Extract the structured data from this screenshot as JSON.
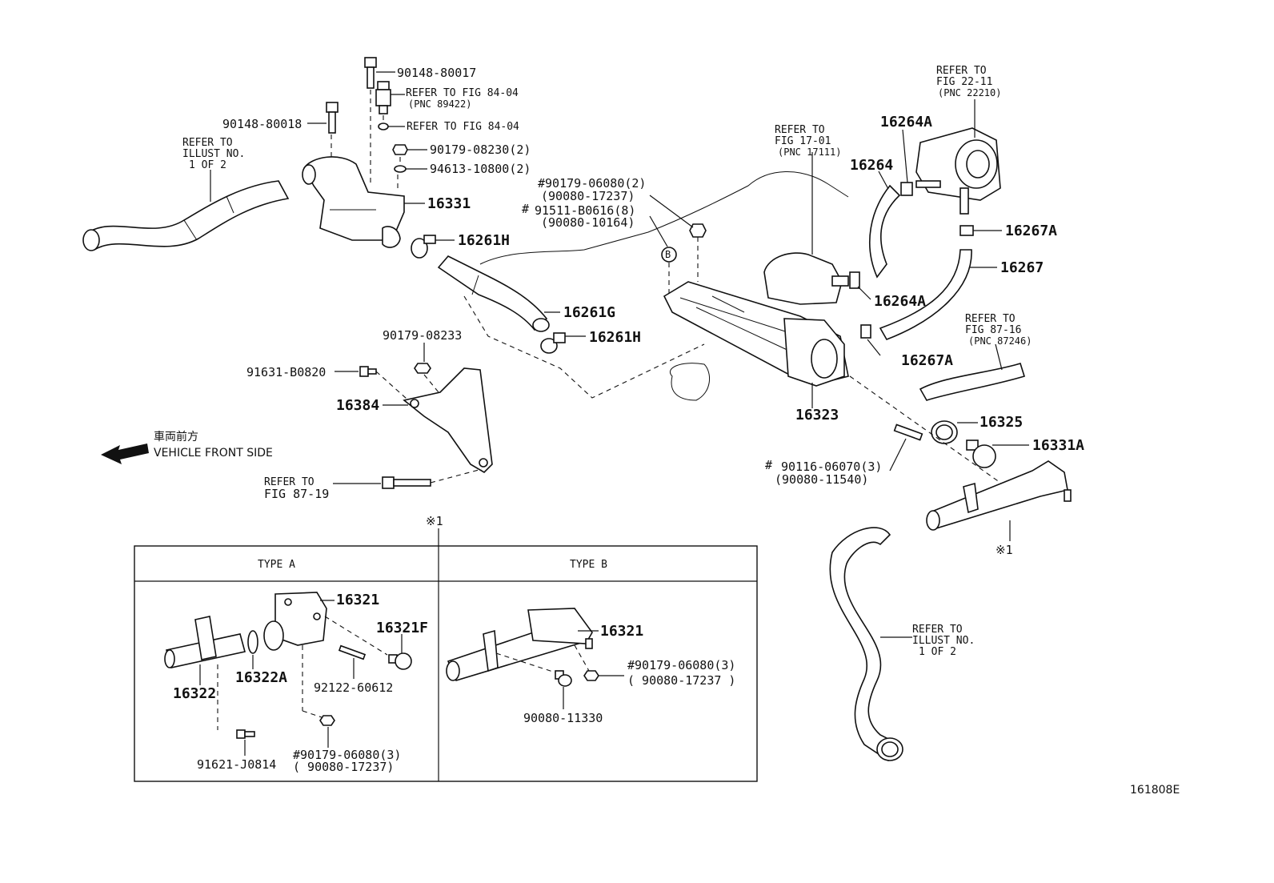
{
  "diagram_id": "161808E",
  "orientation": {
    "japanese": "車両前方",
    "english": "VEHICLE FRONT SIDE",
    "arrow_icon": "left-arrow-icon"
  },
  "box_marker": "※1",
  "inset": {
    "type_a": {
      "title": "TYPE  A",
      "parts": [
        "16321",
        "16321F",
        "16322",
        "16322A",
        "92122-60612",
        "91621-J0814",
        "#90179-06080(3)",
        "( 90080-17237)"
      ]
    },
    "type_b": {
      "title": "TYPE  B",
      "parts": [
        "16321",
        "#90179-06080(3)",
        "( 90080-17237 )",
        "90080-11330"
      ]
    }
  },
  "labels": {
    "p90148_80017": "90148-80017",
    "p90148_80018": "90148-80018",
    "ref84_04a_1": "REFER TO FIG 84-04",
    "ref84_04a_2": "(PNC 89422)",
    "ref84_04b": "REFER TO FIG 84-04",
    "p90179_08230": "90179-08230(2)",
    "p94613_10800": "94613-10800(2)",
    "p16331": "16331",
    "p16261H_a": "16261H",
    "p16261G": "16261G",
    "p16261H_b": "16261H",
    "refIllust1_1": "REFER TO",
    "refIllust1_2": "ILLUST NO.",
    "refIllust1_3": "1 OF 2",
    "p90179_06080_2": "#90179-06080(2)",
    "p90080_17237_a": "(90080-17237)",
    "p91511": "91511-B0616(8)",
    "p91511_hash": "#",
    "p90080_10164": "(90080-10164)",
    "circleB": "B",
    "ref17_1": "REFER TO",
    "ref17_2": "FIG 17-01",
    "ref17_3": "(PNC 17111)",
    "ref22_1": "REFER TO",
    "ref22_2": "FIG 22-11",
    "ref22_3": "(PNC 22210)",
    "p16264A_a": "16264A",
    "p16264": "16264",
    "p16267A_a": "16267A",
    "p16267": "16267",
    "p16264A_b": "16264A",
    "p16267A_b": "16267A",
    "ref87_16_1": "REFER TO",
    "ref87_16_2": "FIG 87-16",
    "ref87_16_3": "(PNC 87246)",
    "p90179_08233": "90179-08233",
    "p91631": "91631-B0820",
    "p16384": "16384",
    "ref87_19_1": "REFER TO",
    "ref87_19_2": "FIG 87-19",
    "p16323": "16323",
    "p16325": "16325",
    "p16331A": "16331A",
    "p90116_hash": "#",
    "p90116": "90116-06070(3)",
    "p90080_11540": "(90080-11540)",
    "mark1": "※1",
    "refIllust2_1": "REFER TO",
    "refIllust2_2": "ILLUST NO.",
    "refIllust2_3": "1 OF 2"
  }
}
